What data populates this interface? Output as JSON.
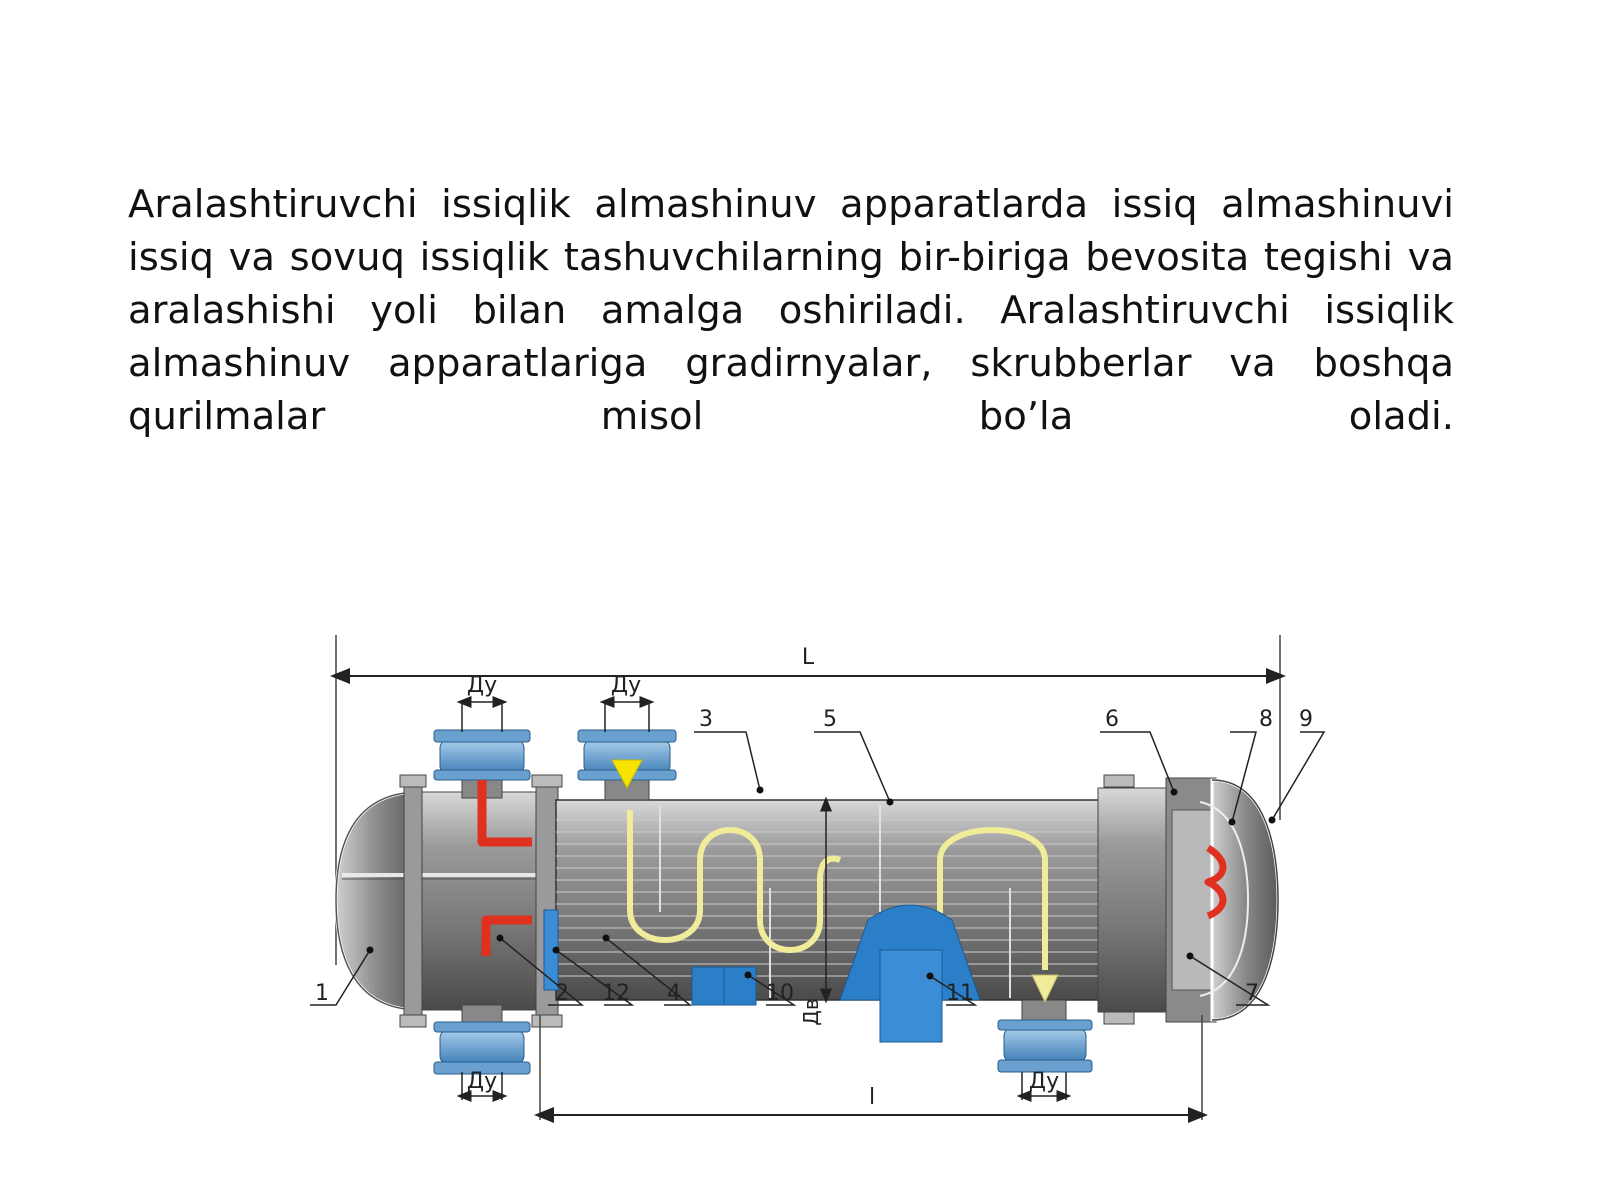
{
  "paragraph": "Aralashtiruvchi issiqlik almashinuv apparatlarda issiq almashinuvi issiq va sovuq issiqlik tashuvchilarning bir-biriga bevosita tegishi va aralashishi yoli bilan amalga oshiriladi. Aralashtiruvchi issiqlik almashinuv apparatlariga gradirnyalar, skrubberlar va boshqa qurilmalar misol bo’la oladi.",
  "diagram": {
    "dimension_labels": {
      "overall_length": "L",
      "inner_length": "l",
      "nozzle_top_left": "Ду",
      "nozzle_top_right": "Ду",
      "nozzle_bottom_left": "Ду",
      "nozzle_bottom_right": "Ду",
      "shell_diameter": "Дв"
    },
    "callouts": [
      "1",
      "2",
      "3",
      "4",
      "5",
      "6",
      "7",
      "8",
      "9",
      "10",
      "11",
      "12"
    ],
    "colors": {
      "shell": "#8c8c8c",
      "nozzle_flange": "#6aa0d0",
      "support": "#2b7fc8",
      "hot_flow": "#e03020",
      "cold_flow": "#f0ec9a",
      "arrow_yellow": "#f6e400"
    }
  }
}
